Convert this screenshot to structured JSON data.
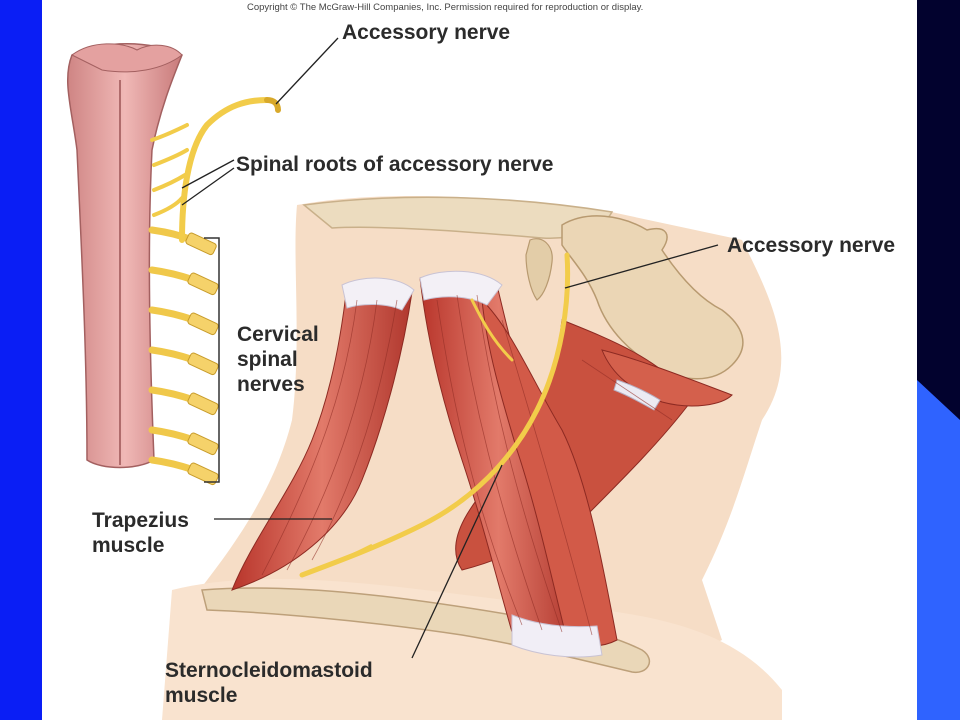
{
  "copyright": "Copyright © The McGraw-Hill Companies, Inc. Permission required for reproduction or display.",
  "labels": {
    "accessory_nerve_top": "Accessory nerve",
    "spinal_roots": "Spinal roots of accessory nerve",
    "accessory_nerve_right": "Accessory nerve",
    "cervical_1": "Cervical",
    "cervical_2": "spinal",
    "cervical_3": "nerves",
    "trapezius_1": "Trapezius",
    "trapezius_2": "muscle",
    "scm_1": "Sternocleidomastoid",
    "scm_2": "muscle"
  },
  "colors": {
    "slide_left": "#0a1ef5",
    "slide_right": "#02022e",
    "slide_accent": "#2f63ff",
    "nerve": "#f2cc4a",
    "muscle": "#c44a3c",
    "bone": "#e8d4b4",
    "spinal_cord": "#e5a6a4"
  }
}
